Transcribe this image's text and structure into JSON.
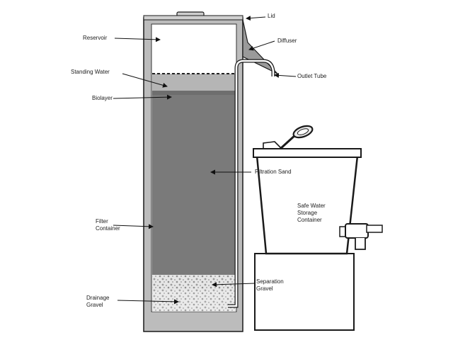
{
  "labels": {
    "lid": "Lid",
    "reservoir": "Reservoir",
    "diffuser": "Diffuser",
    "standing_water": "Standing Water",
    "outlet_tube": "Outlet Tube",
    "biolayer": "Biolayer",
    "filtration_sand": "Filtration Sand",
    "safe_water_storage_container": [
      "Safe Water",
      "Storage",
      "Container"
    ],
    "filter_container": [
      "Filter",
      "Container"
    ],
    "separation_gravel": [
      "Separation",
      "Gravel"
    ],
    "drainage_gravel": [
      "Drainage",
      "Gravel"
    ]
  },
  "colors": {
    "outline": "#1a1a1a",
    "container_wall": "#bcbcbc",
    "sand": "#7a7a7a",
    "standing_water": "#b5b5b5",
    "diffuser": "#9a9a9a",
    "gravel": "#e4e4e4"
  }
}
